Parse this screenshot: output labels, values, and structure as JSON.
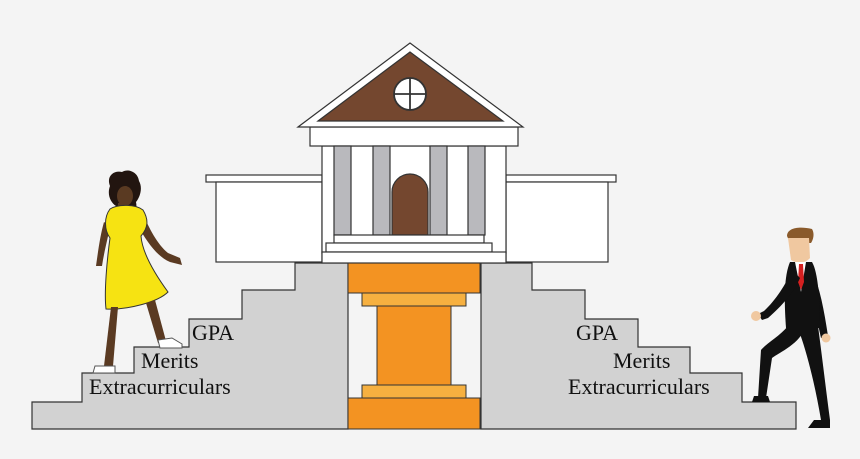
{
  "left_stairs": {
    "labels": [
      "GPA",
      "Merits",
      "Extracurriculars"
    ]
  },
  "right_stairs": {
    "labels": [
      "GPA",
      "Merits",
      "Extracurriculars"
    ]
  },
  "colors": {
    "background": "#f4f4f4",
    "stairs": "#d2d2d2",
    "roof": "#74472f",
    "door": "#74472f",
    "pedestal_dark": "#f39322",
    "pedestal_light": "#f6b040",
    "columns": "#b9b9bd",
    "dress": "#f6e312",
    "suit": "#111111",
    "tie": "#d62020"
  },
  "icons": [
    "university-building-icon",
    "woman-climbing-figure",
    "man-climbing-figure"
  ]
}
